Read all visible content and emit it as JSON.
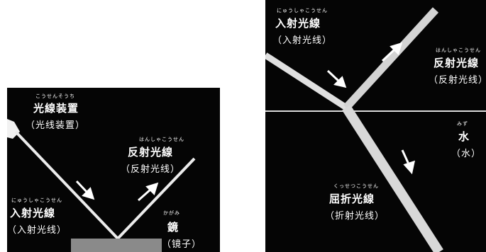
{
  "left_panel": {
    "device": {
      "furigana": "こうせんそうち",
      "label": "光線装置",
      "sub": "（光线装置）"
    },
    "reflected": {
      "furigana": "はんしゃこうせん",
      "label": "反射光線",
      "sub": "（反射光线）"
    },
    "incident": {
      "furigana": "にゅうしゃこうせん",
      "label": "入射光線",
      "sub": "（入射光线）"
    },
    "mirror": {
      "furigana": "かがみ",
      "label": "鏡",
      "sub": "（镜子）"
    }
  },
  "right_panel": {
    "incident": {
      "furigana": "にゅうしゃこうせん",
      "label": "入射光線",
      "sub": "（入射光线）"
    },
    "reflected": {
      "furigana": "はんしゃこうせん",
      "label": "反射光線",
      "sub": "（反射光线）"
    },
    "water": {
      "furigana": "みず",
      "label": "水",
      "sub": "（水）"
    },
    "refracted": {
      "furigana": "くっせつこうせん",
      "label": "屈折光線",
      "sub": "（折射光线）"
    }
  },
  "colors": {
    "panel": "#050505",
    "beam": "#e8e8e8",
    "mirror": "#8a8a8a",
    "text": "#ffffff"
  }
}
